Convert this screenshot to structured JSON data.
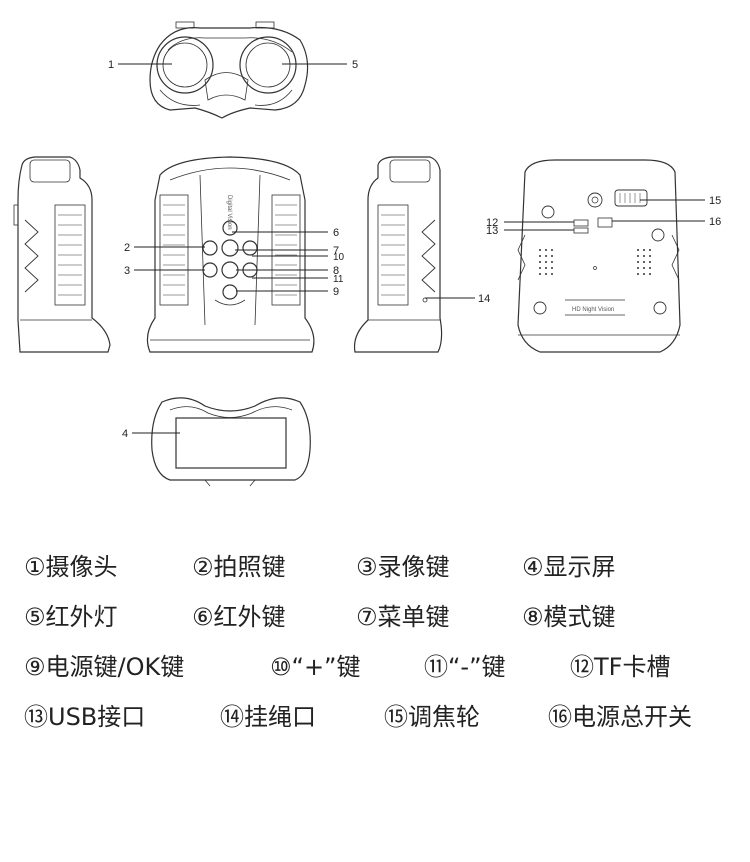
{
  "callouts": [
    "1",
    "2",
    "3",
    "4",
    "5",
    "6",
    "7",
    "8",
    "9",
    "10",
    "11",
    "12",
    "13",
    "14",
    "15",
    "16"
  ],
  "device_text": {
    "back_label": "HD Night Vision",
    "front_label": "Digital Vision"
  },
  "legend": [
    {
      "mark": "①",
      "text": "摄像头"
    },
    {
      "mark": "②",
      "text": "拍照键"
    },
    {
      "mark": "③",
      "text": "录像键"
    },
    {
      "mark": "④",
      "text": "显示屏"
    },
    {
      "mark": "⑤",
      "text": "红外灯"
    },
    {
      "mark": "⑥",
      "text": "红外键"
    },
    {
      "mark": "⑦",
      "text": "菜单键"
    },
    {
      "mark": "⑧",
      "text": "模式键"
    },
    {
      "mark": "⑨",
      "text": "电源键/OK键"
    },
    {
      "mark": "⑩",
      "text": "“+”键"
    },
    {
      "mark": "⑪",
      "text": "“-”键"
    },
    {
      "mark": "⑫",
      "text": "TF卡槽"
    },
    {
      "mark": "⑬",
      "text": "USB接口"
    },
    {
      "mark": "⑭",
      "text": "挂绳口"
    },
    {
      "mark": "⑮",
      "text": "调焦轮"
    },
    {
      "mark": "⑯",
      "text": "电源总开关"
    }
  ]
}
